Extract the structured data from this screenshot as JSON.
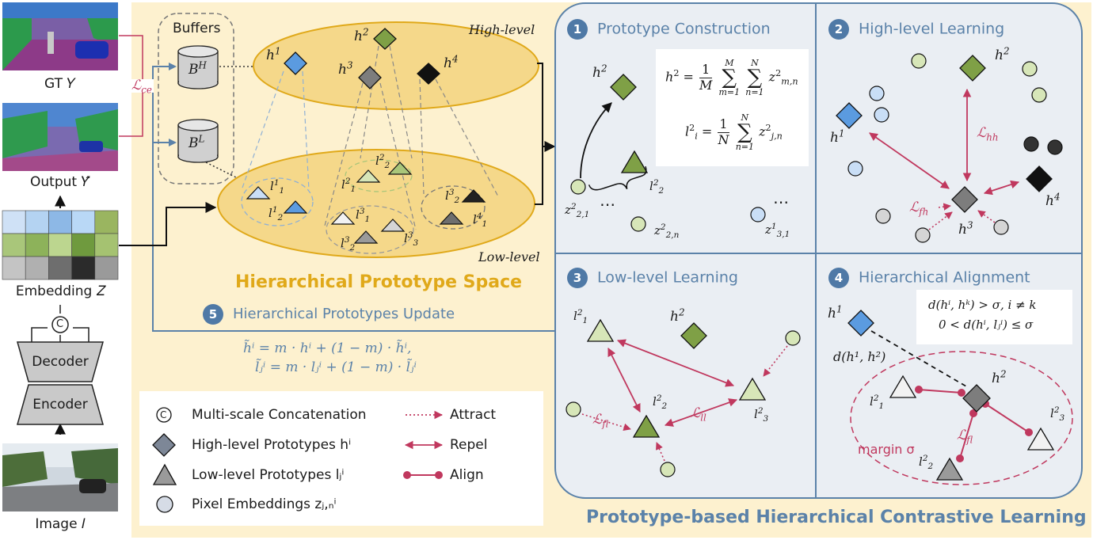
{
  "left_panel": {
    "gt_label": "GT 𝑌",
    "output_label": "Output 𝑌̂",
    "embedding_label": "Embedding 𝑍",
    "decoder_label": "Decoder",
    "encoder_label": "Encoder",
    "image_label": "Image 𝐼",
    "concat_symbol": "C",
    "loss_ce": "ℒ",
    "loss_ce_sub": "ce",
    "embedding_colors": [
      "#cfe1f6",
      "#b4d3f2",
      "#8db8e6",
      "#b9d8f6",
      "#9ab560",
      "#a9c67a",
      "#8db25a",
      "#bcd68f",
      "#6f9a3e",
      "#a5c271",
      "#c4c4c4",
      "#b0b0b0",
      "#6e6e6e",
      "#2b2b2b",
      "#9a9a9a"
    ]
  },
  "space": {
    "buffers_title": "Buffers",
    "buffer_h": "B",
    "buffer_h_sup": "H",
    "buffer_l": "B",
    "buffer_l_sup": "L",
    "high_level": "High-level",
    "low_level": "Low-level",
    "title": "Hierarchical Prototype Space",
    "update_num": "5",
    "update_title": "Hierarchical Prototypes Update",
    "update_eq1": "h̃ⁱ = m · hⁱ + (1 − m) · h̃ⁱ,",
    "update_eq2": "l̃ⱼⁱ = m · lⱼⁱ + (1 − m) · l̃ⱼⁱ",
    "h1": "h",
    "h1_sup": "1",
    "h2": "h",
    "h2_sup": "2",
    "h3": "h",
    "h3_sup": "3",
    "h4": "h",
    "h4_sup": "4",
    "l11": "l",
    "l11_sup": "1",
    "l11_sub": "1",
    "l21": "l",
    "l21_sup": "1",
    "l21_sub": "2",
    "l12": "l",
    "l12_sup": "2",
    "l12_sub": "1",
    "l22": "l",
    "l22_sup": "2",
    "l22_sub": "2",
    "l13": "l",
    "l13_sup": "3",
    "l13_sub": "1",
    "l23": "l",
    "l23_sup": "3",
    "l23_sub": "2",
    "l33": "l",
    "l33_sup": "3",
    "l33_sub": "3",
    "l23b": "l",
    "l23b_sup": "3",
    "l23b_sub": "2",
    "l14": "l",
    "l14_sup": "4",
    "l14_sub": "1"
  },
  "panel1": {
    "num": "1",
    "title": "Prototype Construction",
    "h2": "h",
    "h2_sup": "2",
    "l2": "l",
    "l2_sup": "2",
    "l2_sub": "2",
    "z21": "z",
    "z21_sup": "2",
    "z21_sub": "2,1",
    "z2n": "z",
    "z2n_sup": "2",
    "z2n_sub": "2,n",
    "z31": "z",
    "z31_sup": "1",
    "z31_sub": "3,1",
    "dots": "⋯",
    "eq_h_lhs": "h",
    "eq_h_lhs_sup": "2",
    "eq_h_num": "1",
    "eq_h_den": "M",
    "eq_sum1_top": "M",
    "eq_sum1_bot": "m=1",
    "eq_sum2_top": "N",
    "eq_sum2_bot": "n=1",
    "eq_h_term": "z",
    "eq_h_term_sup": "2",
    "eq_h_term_sub": "m,n",
    "eq_l_lhs": "l",
    "eq_l_lhs_sup": "2",
    "eq_l_lhs_sub": "i",
    "eq_l_num": "1",
    "eq_l_den": "N",
    "eq_sum3_top": "N",
    "eq_sum3_bot": "n=1",
    "eq_l_term": "z",
    "eq_l_term_sup": "2",
    "eq_l_term_sub": "j,n"
  },
  "panel2": {
    "num": "2",
    "title": "High-level Learning",
    "h1": "h",
    "h1_sup": "1",
    "h2": "h",
    "h2_sup": "2",
    "h3": "h",
    "h3_sup": "3",
    "h4": "h",
    "h4_sup": "4",
    "loss_hh": "ℒ",
    "loss_hh_sub": "hh",
    "loss_fh": "ℒ",
    "loss_fh_sub": "fh"
  },
  "panel3": {
    "num": "3",
    "title": "Low-level Learning",
    "l12": "l",
    "l12_sup": "2",
    "l12_sub": "1",
    "l22": "l",
    "l22_sup": "2",
    "l22_sub": "2",
    "l32": "l",
    "l32_sup": "2",
    "l32_sub": "3",
    "h2": "h",
    "h2_sup": "2",
    "loss_fl": "ℒ",
    "loss_fl_sub": "fl",
    "loss_ll": "ℒ",
    "loss_ll_sub": "ll"
  },
  "panel4": {
    "num": "4",
    "title": "Hierarchical Alignment",
    "cond1": "d(hⁱ, hᵏ) > σ,  i ≠ k",
    "cond2": "0 < d(hⁱ, lⱼⁱ) ≤ σ",
    "h1": "h",
    "h1_sup": "1",
    "h2": "h",
    "h2_sup": "2",
    "dist": "d(h¹, h²)",
    "l12": "l",
    "l12_sup": "2",
    "l12_sub": "1",
    "l22": "l",
    "l22_sup": "2",
    "l22_sub": "2",
    "l32": "l",
    "l32_sup": "2",
    "l32_sub": "3",
    "loss_fl": "ℒ",
    "loss_fl_sub": "fl",
    "margin": "margin σ"
  },
  "bottom_title": "Prototype-based Hierarchical Contrastive Learning",
  "legend": {
    "concat_symbol": "C",
    "concat": "Multi-scale Concatenation",
    "high": "High-level Prototypes hⁱ",
    "low": "Low-level Prototypes lⱼⁱ",
    "pixel": "Pixel Embeddings zⱼ,ₙⁱ",
    "attract": "Attract",
    "repel": "Repel",
    "align": "Align"
  },
  "colors": {
    "light_blue": "#5b9be0",
    "pale_blue": "#c9def6",
    "green": "#7fa046",
    "pale_green": "#d7e6b8",
    "gray": "#7d7d7d",
    "light_gray": "#d5d5d5",
    "black": "#1b1b1b",
    "pink": "#c0385e",
    "panel_bg": "#eaeef3",
    "panel_border": "#5b82a9",
    "space_bg": "#fdf1cf",
    "ellipse_fill": "#f5d88a",
    "ellipse_stroke": "#e0a91a",
    "update_blue": "#5b82a9"
  }
}
